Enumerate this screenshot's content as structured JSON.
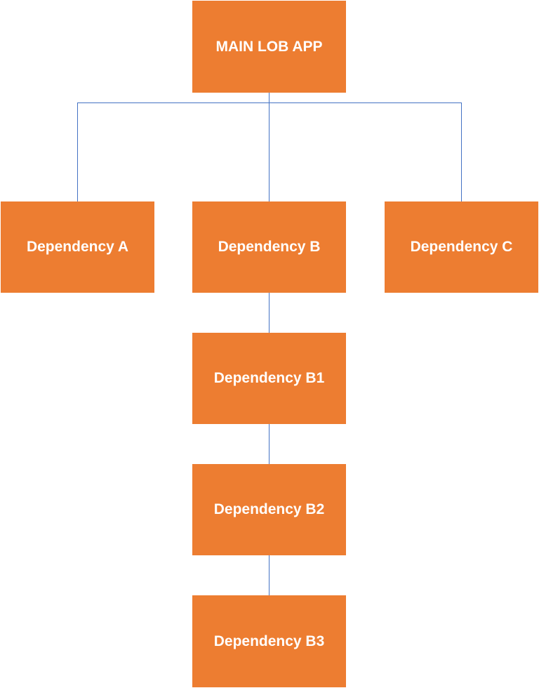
{
  "diagram": {
    "connector_color": "#4472C4",
    "node_color": "#ED7D31",
    "root": {
      "label": "MAIN LOB APP"
    },
    "level1": [
      {
        "label": "Dependency A"
      },
      {
        "label": "Dependency B"
      },
      {
        "label": "Dependency C"
      }
    ],
    "chain_b": [
      {
        "label": "Dependency B1"
      },
      {
        "label": "Dependency B2"
      },
      {
        "label": "Dependency B3"
      }
    ]
  }
}
